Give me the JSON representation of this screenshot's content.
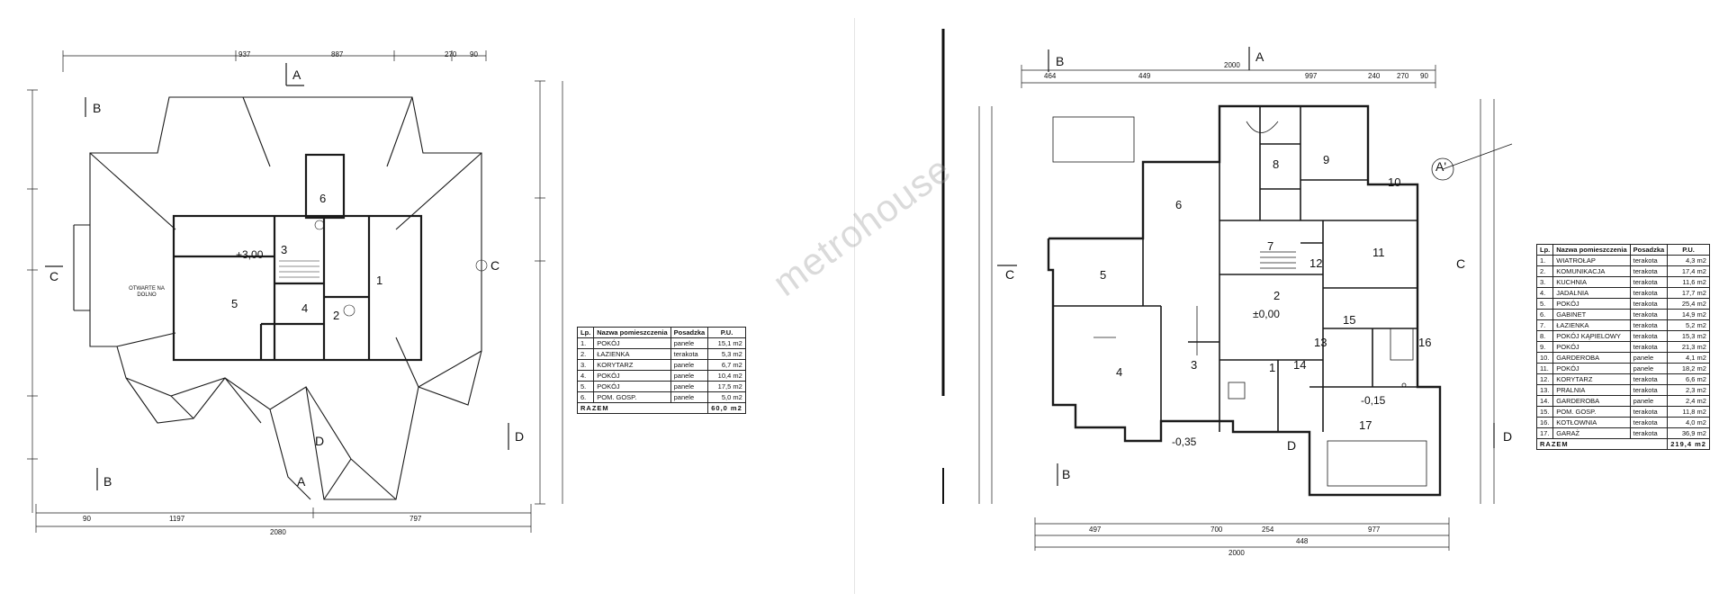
{
  "watermark": "metrohouse",
  "upper_floor": {
    "table_headers": [
      "Lp.",
      "Nazwa pomieszczenia",
      "Posadzka",
      "P.U."
    ],
    "rooms": [
      {
        "lp": "1.",
        "name": "POKÓJ",
        "floor": "panele",
        "area": "15,1 m2"
      },
      {
        "lp": "2.",
        "name": "ŁAZIENKA",
        "floor": "terakota",
        "area": "5,3 m2"
      },
      {
        "lp": "3.",
        "name": "KORYTARZ",
        "floor": "panele",
        "area": "6,7 m2"
      },
      {
        "lp": "4.",
        "name": "POKÓJ",
        "floor": "panele",
        "area": "10,4 m2"
      },
      {
        "lp": "5.",
        "name": "POKÓJ",
        "floor": "panele",
        "area": "17,5 m2"
      },
      {
        "lp": "6.",
        "name": "POM. GOSP.",
        "floor": "panele",
        "area": "5,0 m2"
      }
    ],
    "total_label": "RAZEM",
    "total_area": "60,0 m2",
    "level": "+3,00",
    "void_label": "OTWARTE NA DOLNO",
    "dims_top": [
      "937",
      "887",
      "270",
      "90"
    ],
    "dims_bottom": [
      "1197",
      "797",
      "2080",
      "90"
    ],
    "section_letters": [
      "A",
      "B",
      "C",
      "D"
    ]
  },
  "ground_floor": {
    "table_headers": [
      "Lp.",
      "Nazwa pomieszczenia",
      "Posadzka",
      "P.U."
    ],
    "rooms": [
      {
        "lp": "1.",
        "name": "WIATROŁAP",
        "floor": "terakota",
        "area": "4,3 m2"
      },
      {
        "lp": "2.",
        "name": "KOMUNIKACJA",
        "floor": "terakota",
        "area": "17,4 m2"
      },
      {
        "lp": "3.",
        "name": "KUCHNIA",
        "floor": "terakota",
        "area": "11,6 m2"
      },
      {
        "lp": "4.",
        "name": "JADALNIA",
        "floor": "terakota",
        "area": "17,7 m2"
      },
      {
        "lp": "5.",
        "name": "POKÓJ",
        "floor": "terakota",
        "area": "25,4 m2"
      },
      {
        "lp": "6.",
        "name": "GABINET",
        "floor": "terakota",
        "area": "14,9 m2"
      },
      {
        "lp": "7.",
        "name": "ŁAZIENKA",
        "floor": "terakota",
        "area": "5,2 m2"
      },
      {
        "lp": "8.",
        "name": "POKÓJ KĄPIELOWY",
        "floor": "terakota",
        "area": "15,3 m2"
      },
      {
        "lp": "9.",
        "name": "POKÓJ",
        "floor": "terakota",
        "area": "21,3 m2"
      },
      {
        "lp": "10.",
        "name": "GARDEROBA",
        "floor": "panele",
        "area": "4,1 m2"
      },
      {
        "lp": "11.",
        "name": "POKÓJ",
        "floor": "panele",
        "area": "18,2 m2"
      },
      {
        "lp": "12.",
        "name": "KORYTARZ",
        "floor": "terakota",
        "area": "6,6 m2"
      },
      {
        "lp": "13.",
        "name": "PRALNIA",
        "floor": "terakota",
        "area": "2,3 m2"
      },
      {
        "lp": "14.",
        "name": "GARDEROBA",
        "floor": "panele",
        "area": "2,4 m2"
      },
      {
        "lp": "15.",
        "name": "POM. GOSP.",
        "floor": "terakota",
        "area": "11,8 m2"
      },
      {
        "lp": "16.",
        "name": "KOTŁOWNIA",
        "floor": "terakota",
        "area": "4,0 m2"
      },
      {
        "lp": "17.",
        "name": "GARAŻ",
        "floor": "terakota",
        "area": "36,9 m2"
      }
    ],
    "total_label": "RAZEM",
    "total_area": "219,4 m2",
    "levels": [
      "±0,00",
      "-0,35",
      "-0,15"
    ],
    "dims_top": [
      "464",
      "449",
      "2000",
      "997",
      "240",
      "270",
      "90"
    ],
    "dims_bottom": [
      "497",
      "700",
      "254",
      "448",
      "977",
      "2000"
    ],
    "section_letters": [
      "A",
      "A'",
      "B",
      "C",
      "D"
    ]
  }
}
